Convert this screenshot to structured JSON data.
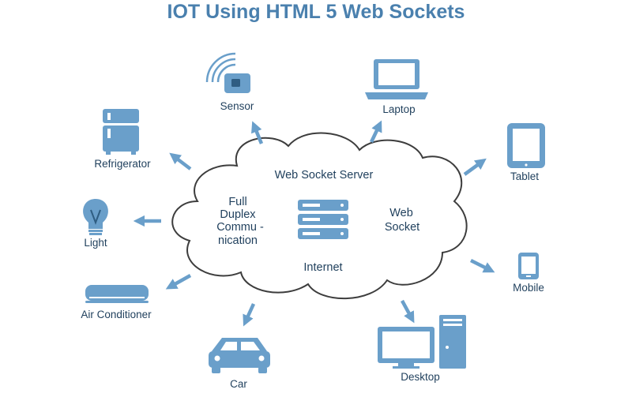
{
  "title": "IOT Using HTML 5 Web Sockets",
  "colors": {
    "title": "#4a80ae",
    "icon": "#6a9fca",
    "icon_dark": "#2f5d82",
    "cloud_stroke": "#3d3d3d",
    "text": "#1f3f5c"
  },
  "cloud": {
    "server_label": "Web Socket Server",
    "left_label": [
      "Full",
      "Duplex",
      "Commu -",
      "nication"
    ],
    "right_label": [
      "Web",
      "Socket"
    ],
    "bottom_label": "Internet",
    "center_icon": "server-rack-icon"
  },
  "devices": {
    "sensor": {
      "label": "Sensor",
      "icon": "sensor-icon"
    },
    "laptop": {
      "label": "Laptop",
      "icon": "laptop-icon"
    },
    "tablet": {
      "label": "Tablet",
      "icon": "tablet-icon"
    },
    "refrigerator": {
      "label": "Refrigerator",
      "icon": "refrigerator-icon"
    },
    "light": {
      "label": "Light",
      "icon": "light-bulb-icon"
    },
    "air_conditioner": {
      "label": "Air Conditioner",
      "icon": "air-conditioner-icon"
    },
    "car": {
      "label": "Car",
      "icon": "car-icon"
    },
    "desktop": {
      "label": "Desktop",
      "icon": "desktop-icon"
    },
    "mobile": {
      "label": "Mobile",
      "icon": "mobile-icon"
    }
  }
}
